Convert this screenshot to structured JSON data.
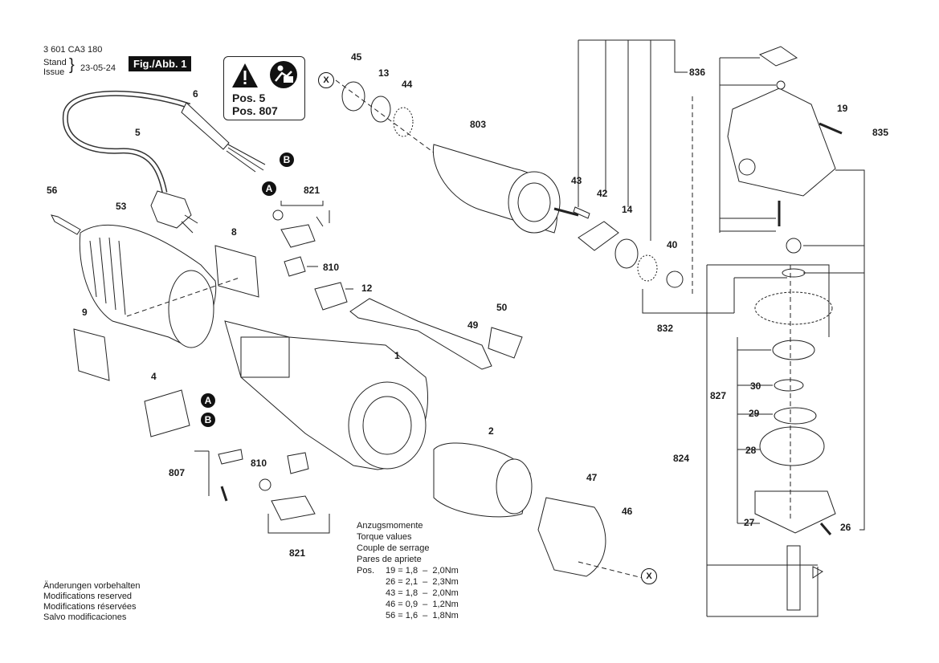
{
  "header": {
    "doc_number": "3 601 CA3 180",
    "stand_label": "Stand",
    "issue_label": "Issue",
    "date": "23-05-24",
    "fig_label": "Fig./Abb. 1"
  },
  "warning_box": {
    "pos_lines": [
      "Pos. 5",
      "Pos. 807"
    ],
    "icons": [
      "warning-triangle-icon",
      "read-manual-icon"
    ]
  },
  "part_labels": {
    "p45": "45",
    "p13": "13",
    "p44": "44",
    "p803": "803",
    "p6": "6",
    "p5": "5",
    "p56": "56",
    "p53": "53",
    "p8": "8",
    "p9": "9",
    "p821a": "821",
    "p810a": "810",
    "p12": "12",
    "p43": "43",
    "p42": "42",
    "p14": "14",
    "p40": "40",
    "p832": "832",
    "p50": "50",
    "p49": "49",
    "p1": "1",
    "p4": "4",
    "p807": "807",
    "p810b": "810",
    "p2": "2",
    "p47": "47",
    "p46": "46",
    "p821b": "821",
    "p836": "836",
    "p19": "19",
    "p835": "835",
    "p824": "824",
    "p827": "827",
    "p30": "30",
    "p29": "29",
    "p28": "28",
    "p27": "27",
    "p26": "26"
  },
  "markers": {
    "a": "A",
    "b": "B",
    "x": "X"
  },
  "torque": {
    "lines": [
      "Anzugsmomente",
      "Torque values",
      "Couple de serrage",
      "Pares de apriete"
    ],
    "pos_label": "Pos.",
    "rows": [
      "19 = 1,8  –  2,0Nm",
      "26 = 2,1  –  2,3Nm",
      "43 = 1,8  –  2,0Nm",
      "46 = 0,9  –  1,2Nm",
      "56 = 1,6  –  1,8Nm"
    ]
  },
  "footer": {
    "lines": [
      "Änderungen vorbehalten",
      "Modifications reserved",
      "Modifications réservées",
      "Salvo modificaciones"
    ]
  }
}
